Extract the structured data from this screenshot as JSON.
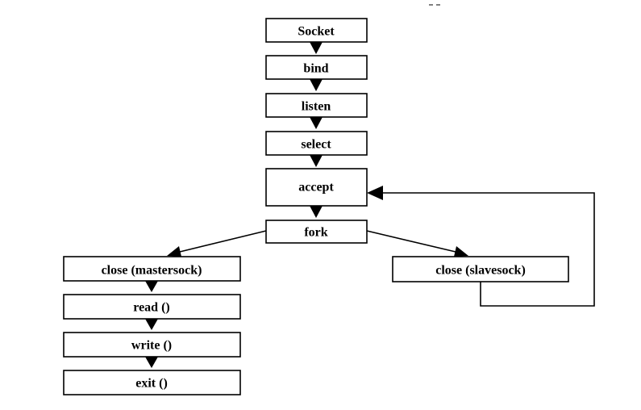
{
  "diagram": {
    "nodes": {
      "socket": "Socket",
      "bind": "bind",
      "listen": "listen",
      "select": "select",
      "accept": "accept",
      "fork": "fork",
      "close_mastersock": "close (mastersock)",
      "read": "read ()",
      "write": "write ()",
      "exit": "exit ()",
      "close_slavesock": "close (slavesock)"
    },
    "edges": [
      {
        "from": "socket",
        "to": "bind"
      },
      {
        "from": "bind",
        "to": "listen"
      },
      {
        "from": "listen",
        "to": "select"
      },
      {
        "from": "select",
        "to": "accept"
      },
      {
        "from": "accept",
        "to": "fork"
      },
      {
        "from": "fork",
        "to": "close_mastersock"
      },
      {
        "from": "fork",
        "to": "close_slavesock"
      },
      {
        "from": "close_mastersock",
        "to": "read"
      },
      {
        "from": "read",
        "to": "write"
      },
      {
        "from": "write",
        "to": "exit"
      },
      {
        "from": "close_slavesock",
        "to": "accept"
      }
    ]
  }
}
